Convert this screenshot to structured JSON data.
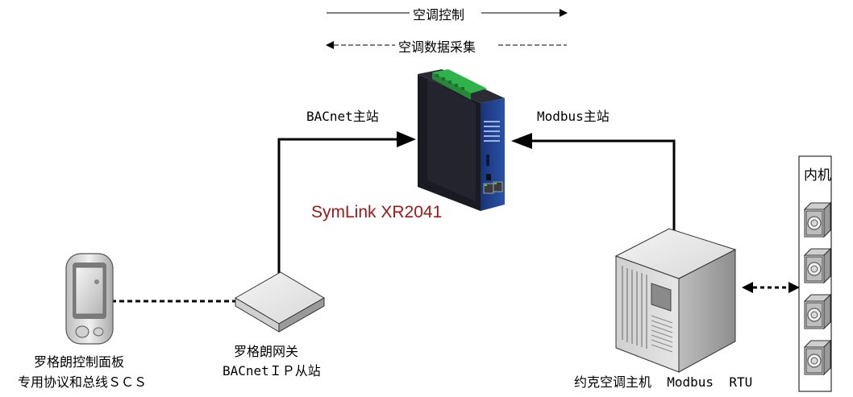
{
  "legend": {
    "control": "空调控制",
    "collection": "空调数据采集"
  },
  "gateway": {
    "product_name": "SymLink XR2041",
    "left_role": "BACnet主站",
    "right_role": "Modbus主站"
  },
  "panel": {
    "name": "罗格朗控制面板",
    "protocol": "专用协议和总线ＳＣＳ"
  },
  "rogue_gateway": {
    "name": "罗格朗网关",
    "role": "BACnetＩＰ从站"
  },
  "york_host": {
    "label": "约克空调主机  Modbus  RTU"
  },
  "indoor_units": {
    "title": "内机",
    "count": 4
  },
  "colors": {
    "product_name": "#a01818",
    "device_body": "#1a1a22",
    "device_front": "#1f3f8a",
    "terminal_green": "#2fb24a"
  }
}
